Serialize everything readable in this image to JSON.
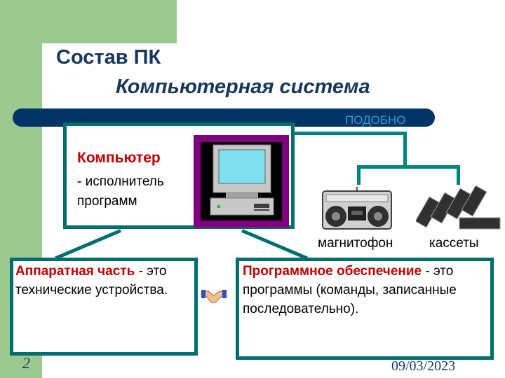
{
  "slide": {
    "title": "Состав ПК",
    "subtitle": "Компьютерная система",
    "similar_label": "ПОДОБНО",
    "number": "2",
    "date": "09/03/2023"
  },
  "computer": {
    "title": "Компьютер",
    "dash": "-",
    "description": "исполнитель программ"
  },
  "analogy": {
    "tape_recorder_label": "магнитофон",
    "cassettes_label": "кассеты"
  },
  "hardware": {
    "heading": "Аппаратная часть",
    "text": "- это технические устройства."
  },
  "software": {
    "heading": "Программное обеспечение",
    "text": "- это программы (команды, записанные последовательно)."
  },
  "colors": {
    "band": "#9cc990",
    "title": "#17375e",
    "accent_red": "#c00000",
    "frame": "#006e6e",
    "similar": "#2a9fd6"
  },
  "icons": [
    "computer-icon",
    "tape-recorder-icon",
    "cassettes-icon",
    "handshake-icon"
  ]
}
